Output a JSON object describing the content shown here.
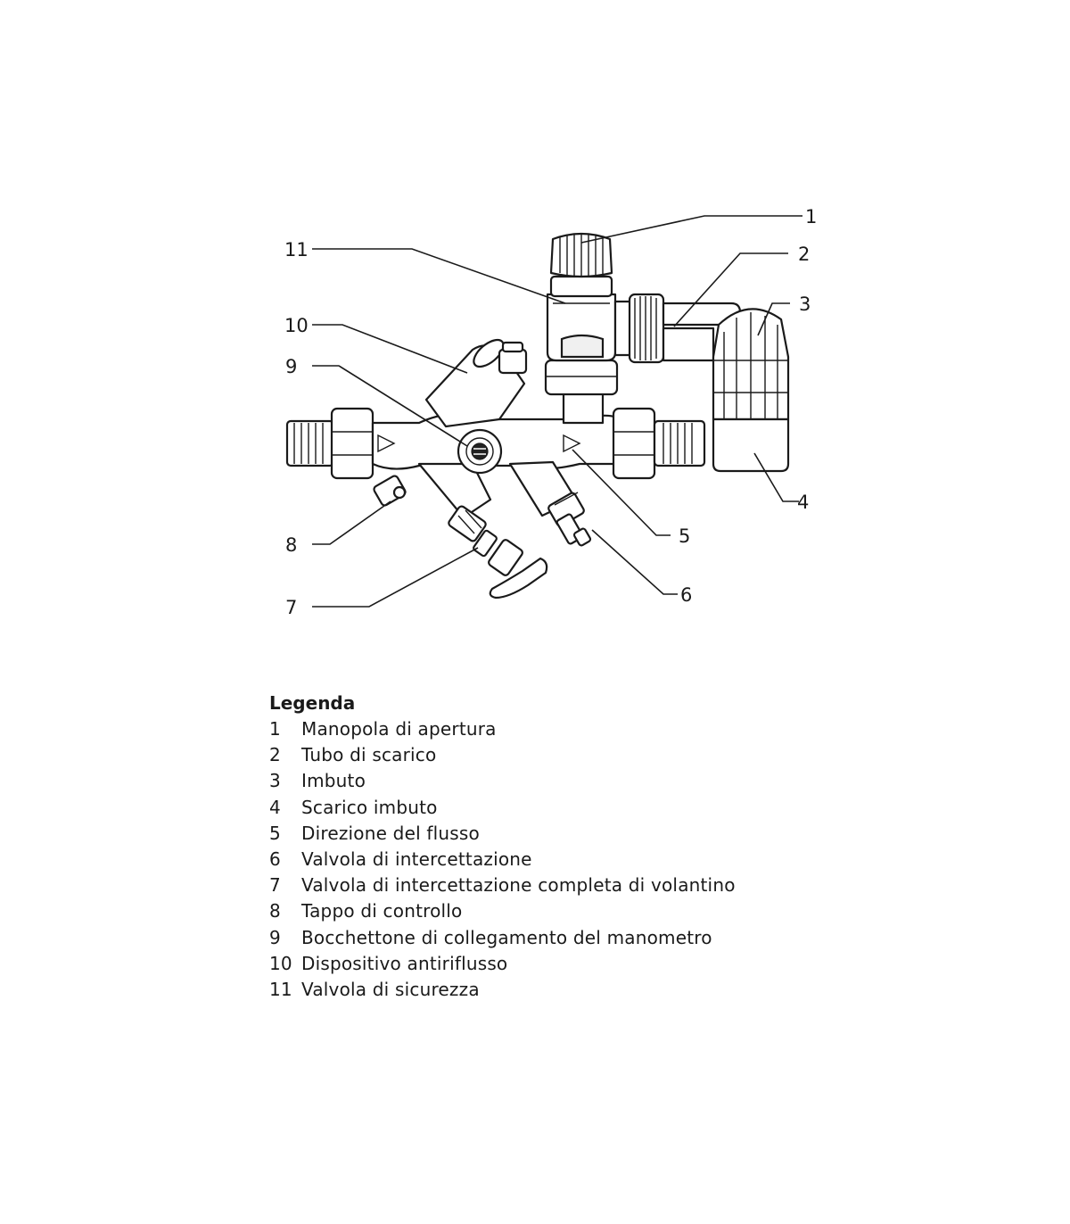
{
  "callouts": [
    "1",
    "2",
    "3",
    "4",
    "5",
    "6",
    "7",
    "8",
    "9",
    "10",
    "11"
  ],
  "legend": {
    "title": "Legenda",
    "items": [
      {
        "num": "1",
        "text": "Manopola di apertura"
      },
      {
        "num": "2",
        "text": "Tubo di scarico"
      },
      {
        "num": "3",
        "text": "Imbuto"
      },
      {
        "num": "4",
        "text": "Scarico imbuto"
      },
      {
        "num": "5",
        "text": "Direzione del flusso"
      },
      {
        "num": "6",
        "text": "Valvola di intercettazione"
      },
      {
        "num": "7",
        "text": "Valvola di intercettazione completa di volantino"
      },
      {
        "num": "8",
        "text": "Tappo di controllo"
      },
      {
        "num": "9",
        "text": "Bocchettone di collegamento del manometro"
      },
      {
        "num": "10",
        "text": "Dispositivo antiriflusso"
      },
      {
        "num": "11",
        "text": "Valvola di sicurezza"
      }
    ]
  }
}
